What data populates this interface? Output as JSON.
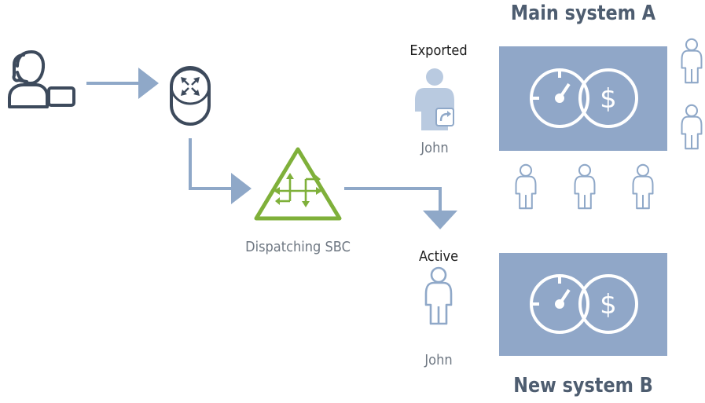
{
  "main_system": {
    "title": "Main system A"
  },
  "new_system": {
    "title": "New system B"
  },
  "sbc": {
    "label": "Dispatching SBC"
  },
  "user_exported": {
    "status": "Exported",
    "name": "John"
  },
  "user_active": {
    "status": "Active",
    "name": "John"
  },
  "colors": {
    "arrow": "#8fa8c8",
    "system_box": "#90a7c8",
    "person_outline": "#8fa8c8",
    "caller_icon": "#3d4a5c",
    "sbc_green": "#7fb03a",
    "exported_person": "#b9cae0",
    "title_text": "#4e5d70"
  },
  "icons": {
    "caller": "agent-at-desk-icon",
    "router": "router-icon",
    "sbc": "sbc-triangle-icon",
    "system": "clock-and-dollar-icon",
    "user": "person-icon",
    "export": "export-arrow-icon"
  }
}
